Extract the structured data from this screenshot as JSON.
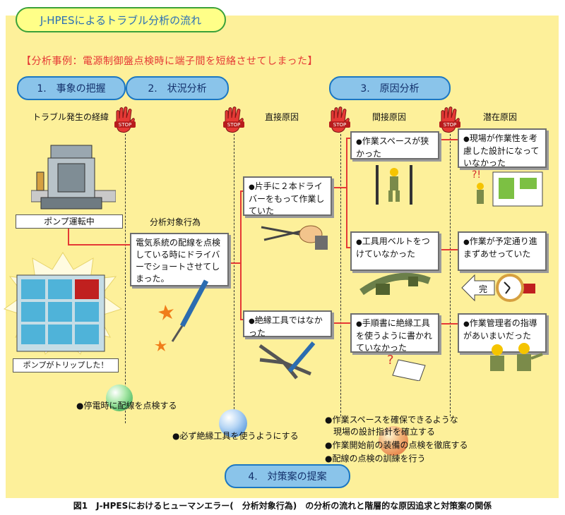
{
  "title": "J-HPESによるトラブル分析の流れ",
  "case_example": "【分析事例：電源制御盤点検時に端子間を短絡させてしまった】",
  "stages": {
    "s1": "1.　事象の把握",
    "s2": "2.　状況分析",
    "s3": "3.　原因分析",
    "s4": "4.　対策案の提案"
  },
  "labels": {
    "trouble_process": "トラブル発生の経緯",
    "direct_cause": "直接原因",
    "indirect_cause": "間接原因",
    "latent_cause": "潜在原因",
    "analysis_target": "分析対象行為",
    "pump_running": "ポンプ運転中",
    "pump_tripped": "ポンプがトリップした！",
    "stop_sign": "STOP",
    "complete_sign": "完"
  },
  "boxes": {
    "target_action": "電気系統の配線を点検している時にドライバーでショートさせてしまった。",
    "direct1": "片手に２本ドライバーをもって作業していた",
    "direct2": "絶縁工具ではなかった",
    "indirect1": "作業スペースが狭かった",
    "indirect2": "工具用ベルトをつけていなかった",
    "indirect3": "手順書に絶縁工具を使うように書かれていなかった",
    "latent1": "現場が作業性を考慮した設計になっていなかった",
    "latent2": "作業が予定通り進まずあせっていた",
    "latent3": "作業管理者の指導があいまいだった"
  },
  "countermeasures": {
    "c1": "●停電時に配線を点検する",
    "c2": "●必ず絶縁工具を使うようにする",
    "c3a": "●作業スペースを確保できるような",
    "c3b": "現場の設計指針を確立する",
    "c3c": "●作業開始前の装備の点検を徹底する",
    "c3d": "●配線の点検の訓練を行う"
  },
  "caption": "図1　J-HPESにおけるヒューマンエラー(　分析対象行為)　の分析の流れと階層的な原因追求と対策案の関係",
  "colors": {
    "background": "#fdf09a",
    "stage_fill": "#8ac4ea",
    "accent_red": "#e53935",
    "title_green": "#3aa13a"
  }
}
